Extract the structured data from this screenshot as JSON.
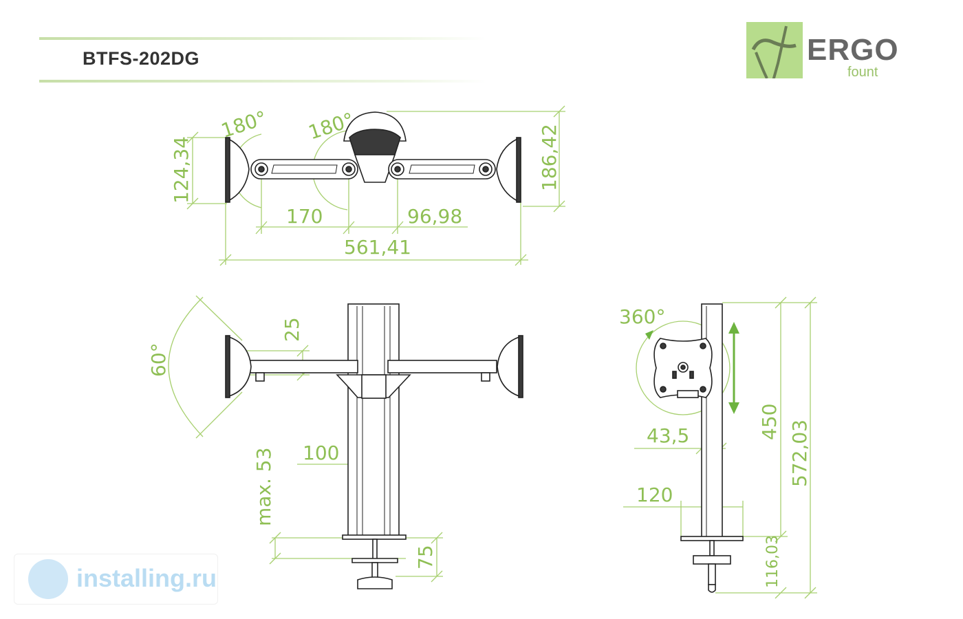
{
  "header": {
    "model": "BTFS-202DG"
  },
  "logo": {
    "brand": "ERGO",
    "sub": "fount"
  },
  "watermark": {
    "text": "installing.ru"
  },
  "top_view": {
    "angle_left": "180°",
    "angle_mid": "180°",
    "height_left": "124,34",
    "height_right": "186,42",
    "span_170": "170",
    "span_9698": "96,98",
    "span_total": "561,41"
  },
  "front_view": {
    "tilt": "60°",
    "arm_offset": "25",
    "pole_width": "100",
    "max_desk": "max. 53",
    "clamp_depth": "75"
  },
  "side_view": {
    "rotation": "360°",
    "plate_offset": "43,5",
    "height_adjust": "450",
    "total_height": "572,03",
    "base_width": "120",
    "clamp_height": "116,03"
  },
  "colors": {
    "dimension": "#8fbf55",
    "logo_box": "#b7dc8c",
    "text_dark": "#333333",
    "watermark": "#b9dcf2"
  }
}
